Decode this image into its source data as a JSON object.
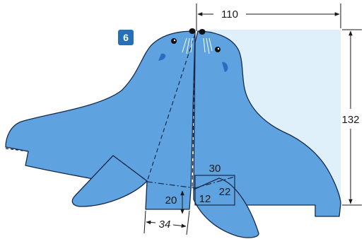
{
  "step_number": "6",
  "dimensions": {
    "top_width": "110",
    "height": "132",
    "flap_top": "30",
    "flap_right": "22",
    "flap_bottom": "12",
    "left_height": "20",
    "bottom_width": "34"
  },
  "colors": {
    "body": "#5ea3df",
    "outline": "#15294c",
    "sky": "#dff0fa",
    "badge": "#2670b8"
  }
}
